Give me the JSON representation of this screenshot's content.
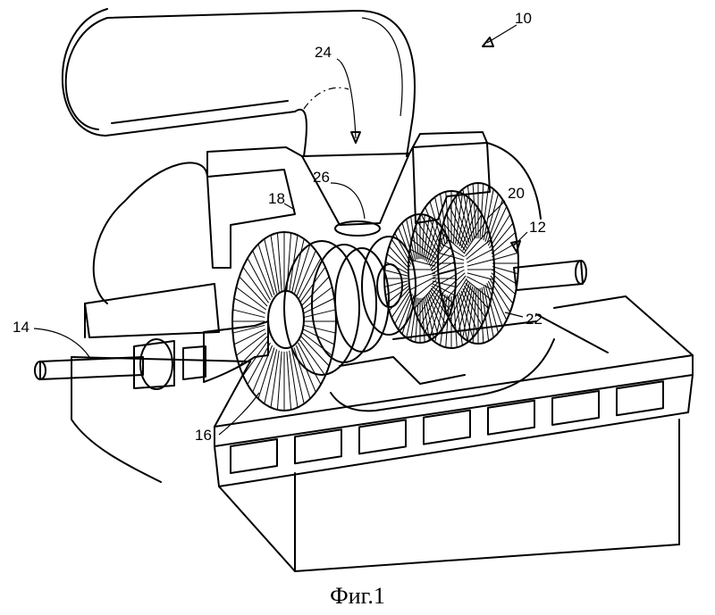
{
  "caption": "Фиг.1",
  "labels": {
    "l10": "10",
    "l24": "24",
    "l26": "26",
    "l18": "18",
    "l20": "20",
    "l12": "12",
    "l14": "14",
    "l22": "22",
    "l16": "16"
  }
}
